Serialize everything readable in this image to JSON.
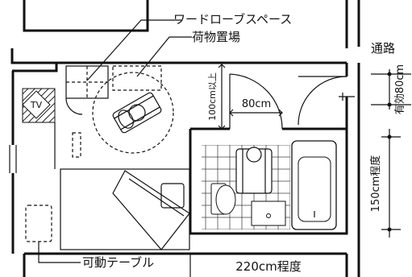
{
  "labels": {
    "wardrobe": "ワードローブスペース",
    "luggage": "荷物置場",
    "passage": "通路",
    "effective_width": "有効80cm",
    "door_clearance": "100cm以上",
    "door_width": "80cm",
    "bath_depth": "150cm程度",
    "movable_table": "可動テーブル",
    "room_width": "220cm程度",
    "tv": "TV"
  },
  "icons": [
    "wheelchair-icon",
    "tv-icon",
    "toilet-icon",
    "bathtub-icon",
    "sink-icon",
    "bed-icon"
  ]
}
